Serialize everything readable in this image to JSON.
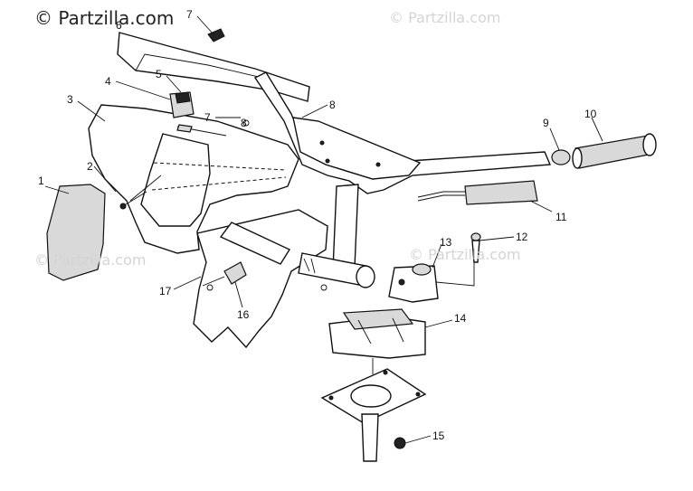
{
  "watermark": {
    "main": "© Partzilla.com",
    "faint": "© Partzilla.com"
  },
  "callouts": {
    "c1": "1",
    "c2": "2",
    "c3": "3",
    "c4": "4",
    "c5": "5",
    "c6": "6",
    "c7a": "7",
    "c7b": "7",
    "c8a": "8",
    "c8b": "8",
    "c9": "9",
    "c10": "10",
    "c11": "11",
    "c12": "12",
    "c13": "13",
    "c14": "14",
    "c15": "15",
    "c16": "16",
    "c17": "17"
  }
}
